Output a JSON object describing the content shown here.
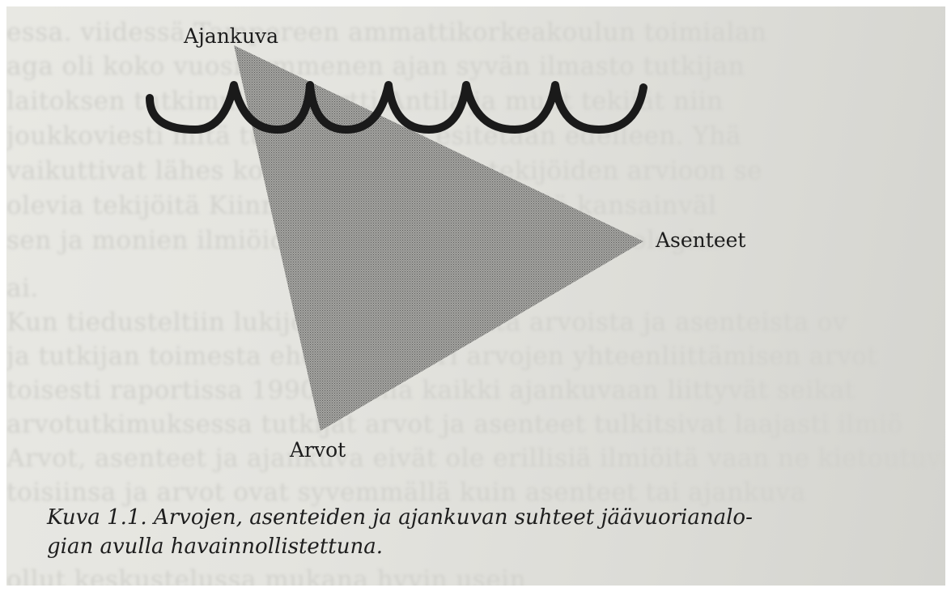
{
  "diagram": {
    "labels": {
      "top": "Ajankuva",
      "right": "Asenteet",
      "bottom": "Arvot"
    }
  },
  "caption": {
    "line1": "Kuva 1.1. Arvojen, asenteiden ja ajankuvan suhteet jäävuorianalo-",
    "line2": "gian avulla havainnollistettuna."
  },
  "colors": {
    "paper": "#e4e4df",
    "triangle_fill": "#9a9a96",
    "wave_stroke": "#1a1a1a",
    "text": "#1c1c1c"
  }
}
